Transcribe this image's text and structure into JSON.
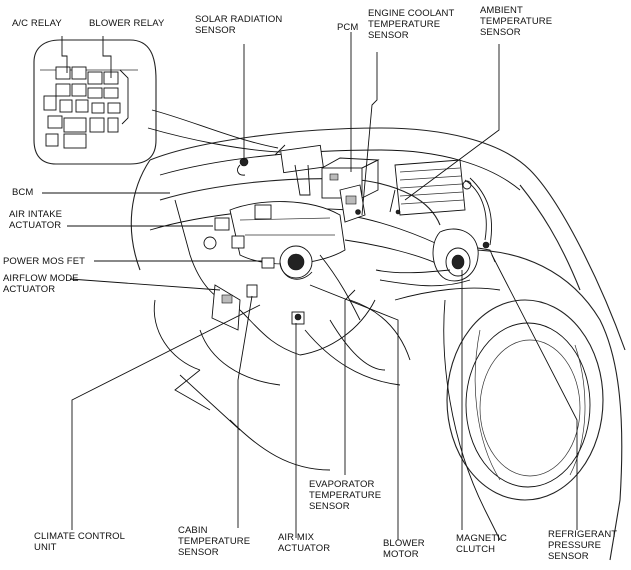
{
  "labels": {
    "ac_relay": "A/C RELAY",
    "blower_relay": "BLOWER RELAY",
    "solar_radiation_sensor": "SOLAR RADIATION\nSENSOR",
    "pcm": "PCM",
    "engine_coolant_temperature_sensor": "ENGINE COOLANT\nTEMPERATURE\nSENSOR",
    "ambient_temperature_sensor": "AMBIENT\nTEMPERATURE\nSENSOR",
    "bcm": "BCM",
    "air_intake_actuator": "AIR INTAKE\nACTUATOR",
    "power_mos_fet": "POWER MOS FET",
    "airflow_mode_actuator": "AIRFLOW MODE\nACTUATOR",
    "climate_control_unit": "CLIMATE CONTROL\nUNIT",
    "cabin_temperature_sensor": "CABIN\nTEMPERATURE\nSENSOR",
    "air_mix_actuator": "AIR MIX\nACTUATOR",
    "evaporator_temperature_sensor": "EVAPORATOR\nTEMPERATURE\nSENSOR",
    "blower_motor": "BLOWER\nMOTOR",
    "magnetic_clutch": "MAGNETIC\nCLUTCH",
    "refrigerant_pressure_sensor": "REFRIGERANT\nPRESSURE\nSENSOR"
  }
}
